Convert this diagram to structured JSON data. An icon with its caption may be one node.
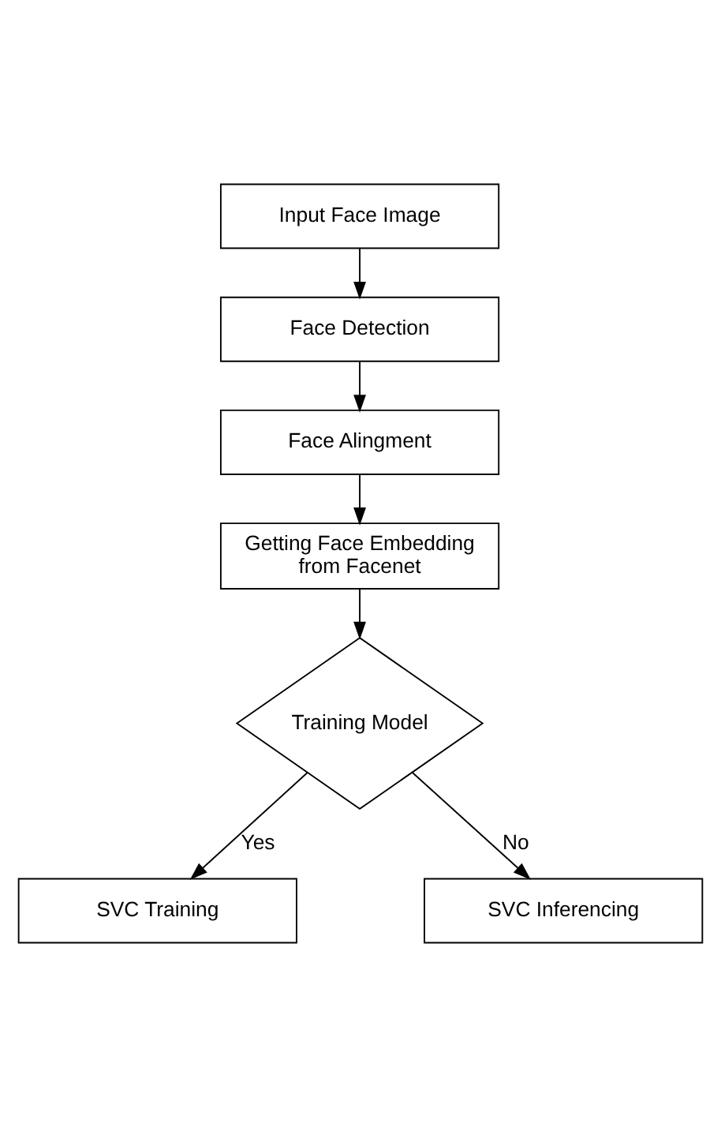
{
  "diagram": {
    "nodes": [
      {
        "text": [
          "Input Face Image"
        ]
      },
      {
        "text": [
          "Face Detection"
        ]
      },
      {
        "text": [
          "Face Alingment"
        ]
      },
      {
        "text": [
          "Getting Face Embedding from Facenet"
        ]
      },
      {
        "text": [
          "Training Model"
        ]
      },
      {
        "text": [
          "SVC Training"
        ]
      },
      {
        "text": [
          "SVC Inferencing"
        ]
      }
    ],
    "edges": [
      {
        "from": 0,
        "to": 1,
        "arrow": "to"
      },
      {
        "from": 1,
        "to": 2,
        "arrow": "to"
      },
      {
        "from": 2,
        "to": 3,
        "arrow": "to"
      },
      {
        "from": 3,
        "to": 4,
        "arrow": "to"
      },
      {
        "from": 4,
        "to": 5,
        "arrow": "to",
        "label": "Yes"
      },
      {
        "from": 4,
        "to": 6,
        "arrow": "to",
        "label": "No"
      }
    ]
  }
}
